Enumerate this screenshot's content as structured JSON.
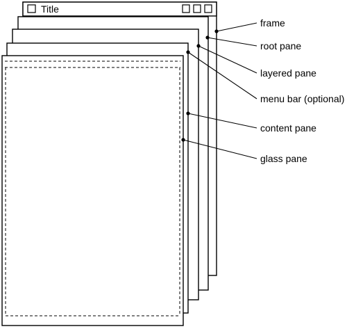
{
  "window": {
    "title": "Title"
  },
  "labels": {
    "frame": "frame",
    "root_pane": "root pane",
    "layered_pane": "layered pane",
    "menu_bar": "menu bar (optional)",
    "content_pane": "content pane",
    "glass_pane": "glass pane"
  },
  "colors": {
    "stroke": "#000000",
    "background": "#ffffff"
  }
}
